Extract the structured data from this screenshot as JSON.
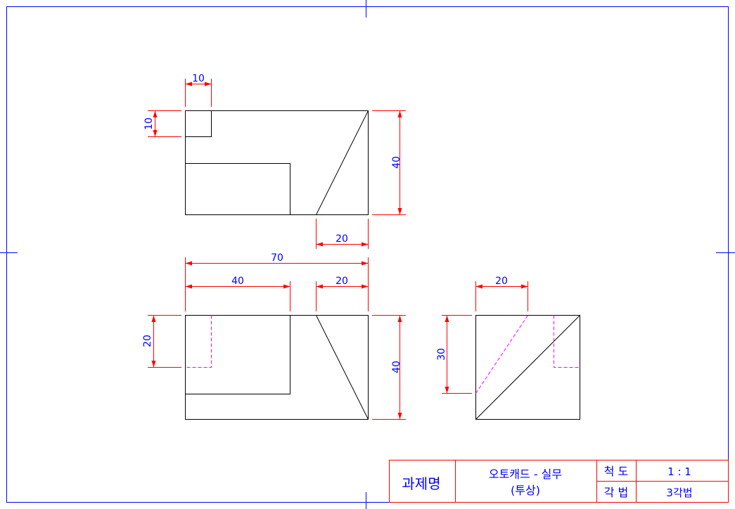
{
  "dimensions": {
    "top_10_horizontal": "10",
    "top_10_vertical": "10",
    "top_40": "40",
    "top_20": "20",
    "front_70": "70",
    "front_40": "40",
    "front_20_top": "20",
    "front_20_left": "20",
    "front_40_right": "40",
    "side_20": "20",
    "side_30": "30"
  },
  "title_block": {
    "project_label": "과제명",
    "project_title_line1": "오토캐드 - 실무",
    "project_title_line2": "(투상)",
    "scale_label": "척 도",
    "scale_value": "1 : 1",
    "projection_label": "각 법",
    "projection_value": "3각법"
  },
  "colors": {
    "frame": "#0000ff",
    "object_lines": "#000000",
    "dimension_lines": "#ff0000",
    "dimension_text": "#0000ff",
    "hidden_lines": "#ff00ff"
  }
}
